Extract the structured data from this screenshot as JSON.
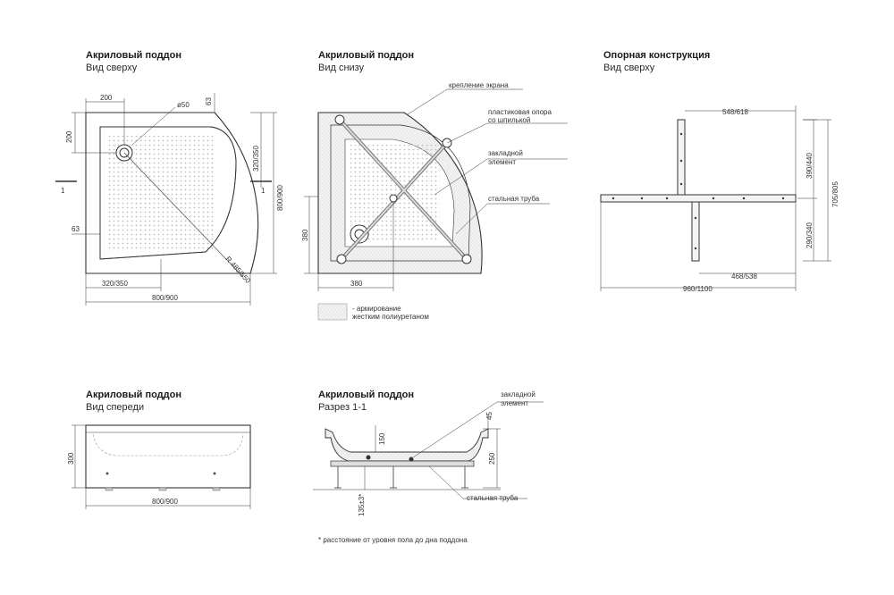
{
  "views": {
    "top": {
      "title": "Акриловый поддон",
      "subtitle": "Вид сверху"
    },
    "bottom": {
      "title": "Акриловый поддон",
      "subtitle": "Вид снизу"
    },
    "support": {
      "title": "Опорная конструкция",
      "subtitle": "Вид сверху"
    },
    "front": {
      "title": "Акриловый поддон",
      "subtitle": "Вид спереди"
    },
    "section": {
      "title": "Акриловый поддон",
      "subtitle": "Разрез 1-1"
    }
  },
  "dims": {
    "top": {
      "d200": "200",
      "d50": "ø50",
      "d63a": "63",
      "d200v": "200",
      "d320_350v": "320/350",
      "d800_900v": "800/900",
      "d63b": "63",
      "r": "R 485/550",
      "d320_350h": "320/350",
      "d800_900h": "800/900",
      "section_mark": "1"
    },
    "bottom": {
      "d380v": "380",
      "d380h": "380"
    },
    "support": {
      "d548": "548/618",
      "d390": "390/440",
      "d705": "705/805",
      "d290": "290/340",
      "d468": "468/538",
      "d960": "960/1100"
    },
    "front": {
      "d300": "300",
      "d800": "800/900"
    },
    "section": {
      "d45": "45",
      "d150": "150",
      "d250": "250",
      "d135": "135±3*"
    }
  },
  "labels": {
    "screen_mount": "крепление экрана",
    "plastic_support_1": "пластиковая опора",
    "plastic_support_2": "со шпилькой",
    "embedded_1": "закладной",
    "embedded_2": "элемент",
    "steel_pipe": "стальная труба",
    "sec_embedded_1": "закладной",
    "sec_embedded_2": "элемент",
    "sec_steel_pipe": "стальная труба"
  },
  "legend": {
    "line1": "- армирование",
    "line2": "жестким полиуретаном"
  },
  "footnote": "* расстояние от уровня пола до дна поддона",
  "colors": {
    "line": "#333333",
    "light": "#999999",
    "fill": "#eeeeee"
  }
}
